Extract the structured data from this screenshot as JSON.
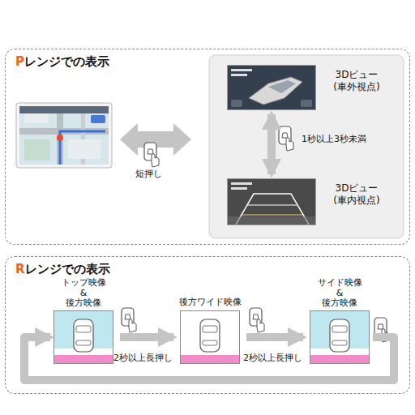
{
  "diagram": {
    "nodes": [
      {
        "text": [
          "Pレンジでの表示"
        ]
      },
      {
        "text": [
          "3Dビュー (車外視点)"
        ],
        "in": 0
      },
      {
        "text": [
          "3Dビュー (車内視点)"
        ],
        "in": 0
      },
      {
        "text": [
          "Rレンジでの表示"
        ]
      },
      {
        "text": [
          "トップ映像 & 後方映像"
        ],
        "in": 3
      },
      {
        "text": [
          "後方ワイド映像"
        ],
        "in": 3
      },
      {
        "text": [
          "サイド映像 & 後方映像"
        ],
        "in": 3
      }
    ],
    "edges": [
      {
        "from": 1,
        "to": 2,
        "label": "1秒以上3秒未満",
        "arrow": "both"
      },
      {
        "from": 4,
        "to": 5,
        "label": "2秒以上長押し",
        "arrow": "to"
      },
      {
        "from": 5,
        "to": 6,
        "label": "2秒以上長押し",
        "arrow": "to"
      },
      {
        "from": 6,
        "to": 4,
        "arrow": "to"
      }
    ],
    "labels": [
      "短押し"
    ]
  }
}
